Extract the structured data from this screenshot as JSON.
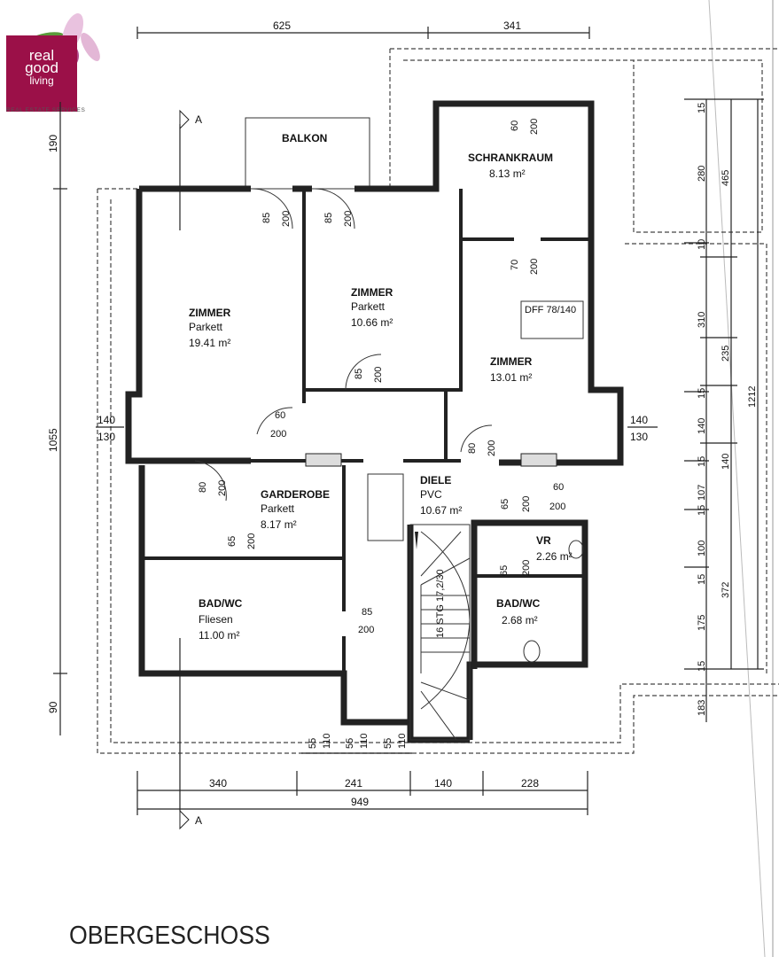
{
  "logo": {
    "line1": "real",
    "line2": "good",
    "line3": "living",
    "tagline": "REAL ESTATE SERVICES",
    "brand_color": "#9b1048"
  },
  "title": "OBERGESCHOSS",
  "section_marker": "A",
  "rooms": [
    {
      "name": "BALKON"
    },
    {
      "name": "SCHRANKRAUM",
      "area": "8.13 m²"
    },
    {
      "name": "ZIMMER",
      "floor": "Parkett",
      "area": "19.41 m²"
    },
    {
      "name": "ZIMMER",
      "floor": "Parkett",
      "area": "10.66 m²"
    },
    {
      "name": "ZIMMER",
      "area": "13.01 m²"
    },
    {
      "name": "GARDEROBE",
      "floor": "Parkett",
      "area": "8.17 m²"
    },
    {
      "name": "DIELE",
      "floor": "PVC",
      "area": "10.67 m²"
    },
    {
      "name": "VR",
      "area": "2.26 m²"
    },
    {
      "name": "BAD/WC",
      "floor": "Fliesen",
      "area": "11.00 m²"
    },
    {
      "name": "BAD/WC",
      "area": "2.68 m²"
    }
  ],
  "window_label": "DFF 78/140",
  "stairs_label": "16 STG 17,2/30",
  "doors": [
    {
      "w": "85",
      "h": "200"
    },
    {
      "w": "85",
      "h": "200"
    },
    {
      "w": "60",
      "h": "200"
    },
    {
      "w": "70",
      "h": "200"
    },
    {
      "w": "85",
      "h": "200"
    },
    {
      "w": "60",
      "h": "200"
    },
    {
      "w": "80",
      "h": "200"
    },
    {
      "w": "80",
      "h": "200"
    },
    {
      "w": "65",
      "h": "200"
    },
    {
      "w": "60",
      "h": "200"
    },
    {
      "w": "65",
      "h": "200"
    },
    {
      "w": "65",
      "h": "200"
    },
    {
      "w": "85",
      "h": "200"
    }
  ],
  "windows": [
    {
      "w": "140",
      "h": "130"
    },
    {
      "w": "140",
      "h": "130"
    }
  ],
  "dimensions": {
    "top": [
      "625",
      "341"
    ],
    "bottom": [
      "340",
      "241",
      "140",
      "228"
    ],
    "bottom_total": "949",
    "left": [
      "190",
      "1055",
      "90"
    ],
    "right_inner": [
      "15",
      "280",
      "10",
      "310",
      "15",
      "140",
      "15",
      "107",
      "15",
      "100",
      "15",
      "175",
      "15",
      "183"
    ],
    "right_mid": [
      "465",
      "235",
      "140",
      "372"
    ],
    "right_outer": "1212",
    "bottom_windows": [
      "55",
      "110",
      "55",
      "110",
      "55",
      "110"
    ]
  }
}
